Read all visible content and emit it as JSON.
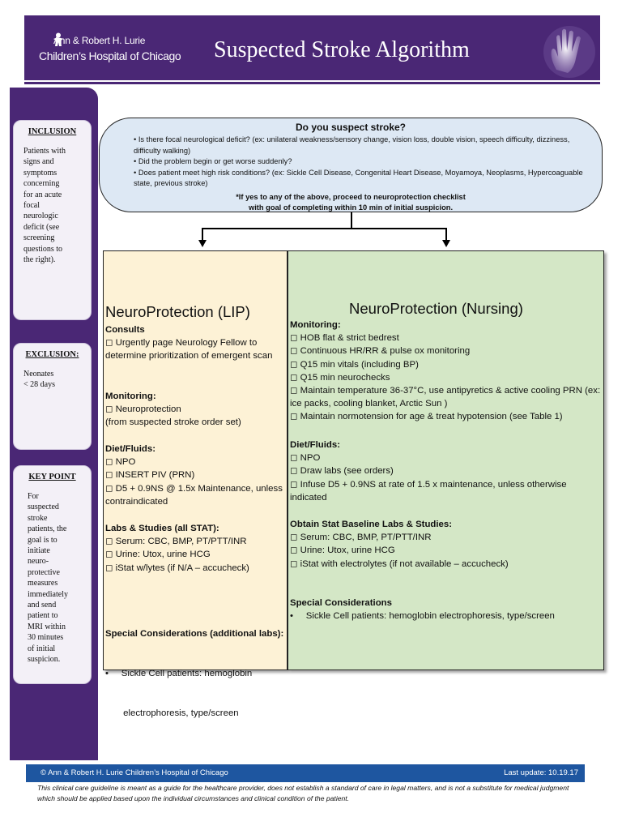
{
  "header": {
    "org_line1": "Ann & Robert H. Lurie",
    "org_line2": "Children’s Hospital of Chicago",
    "title": "Suspected Stroke Algorithm",
    "colors": {
      "brand_purple": "#4a2775",
      "footer_blue": "#1e56a0"
    }
  },
  "sidebar": {
    "inclusion": {
      "heading": "INCLUSION",
      "body": "Patients with\nsigns and\nsymptoms\nconcerning\nfor an acute\nfocal\nneurologic\ndeficit (see\nscreening\nquestions to\nthe right)."
    },
    "exclusion": {
      "heading": "EXCLUSION:",
      "body": "Neonates\n< 28 days"
    },
    "key_point": {
      "heading": "KEY POINT",
      "body": "For\nsuspected\nstroke\npatients, the\ngoal is to\ninitiate\nneuro-\nprotective\nmeasures\nimmediately\nand send\npatient to\nMRI within\n30 minutes\nof initial\nsuspicion."
    }
  },
  "question": {
    "title": "Do you suspect stroke?",
    "bullets": [
      "• Is there focal neurological deficit? (ex: unilateral weakness/sensory change, vision loss, double vision, speech difficulty, dizziness, difficulty walking)",
      "• Did the problem begin or get worse suddenly?",
      "• Does patient meet high risk conditions? (ex: Sickle Cell Disease, Congenital Heart Disease, Moyamoya, Neoplasms, Hypercoaguable state, previous stroke)"
    ],
    "note_line1": "*If yes to any of the above, proceed to neuroprotection checklist",
    "note_line2": "with goal of completing within 10 min of initial suspicion."
  },
  "lip": {
    "title": "NeuroProtection (LIP)",
    "consults": {
      "heading": "Consults",
      "items": [
        "◻ Urgently page Neurology Fellow to determine prioritization of emergent scan"
      ]
    },
    "monitoring": {
      "heading": "Monitoring:",
      "items": [
        "◻ Neuroprotection",
        "(from suspected stroke order set)"
      ]
    },
    "diet": {
      "heading": "Diet/Fluids:",
      "items": [
        "◻ NPO",
        "◻ INSERT PIV (PRN)",
        "◻ D5 + 0.9NS @ 1.5x Maintenance, unless contraindicated"
      ]
    },
    "labs": {
      "heading": "Labs & Studies (all STAT):",
      "items": [
        "◻ Serum: CBC, BMP, PT/PTT/INR",
        "◻ Urine: Utox, urine HCG",
        "◻ iStat w/lytes (if N/A – accucheck)"
      ]
    },
    "special": {
      "heading": "Special Considerations (additional labs):",
      "items": [
        "•     Sickle Cell patients: hemoglobin",
        "       electrophoresis, type/screen"
      ]
    }
  },
  "nursing": {
    "title": "NeuroProtection (Nursing)",
    "monitoring": {
      "heading": "Monitoring:",
      "items": [
        "◻  HOB flat & strict bedrest",
        "◻  Continuous HR/RR & pulse ox monitoring",
        "◻ Q15 min vitals (including BP)",
        "◻ Q15 min neurochecks",
        "◻ Maintain temperature 36-37°C, use antipyretics & active cooling PRN (ex: ice packs, cooling blanket, Arctic Sun )",
        "◻ Maintain normotension for age & treat hypotension (see Table 1)"
      ]
    },
    "diet": {
      "heading": "Diet/Fluids:",
      "items": [
        "◻ NPO",
        "◻ Draw labs (see orders)",
        "◻ Infuse D5 + 0.9NS at rate of 1.5 x maintenance, unless otherwise indicated"
      ]
    },
    "labs": {
      "heading": "Obtain Stat Baseline Labs & Studies:",
      "items": [
        "◻ Serum: CBC, BMP, PT/PTT/INR",
        "◻ Urine: Utox, urine HCG",
        "◻ iStat with electrolytes (if not available – accucheck)"
      ]
    },
    "special": {
      "heading": "Special Considerations",
      "items": [
        "•     Sickle Cell patients: hemoglobin electrophoresis, type/screen"
      ]
    }
  },
  "footer": {
    "copyright": "©   Ann & Robert H. Lurie Children’s Hospital of Chicago",
    "last_update": "Last update: 10.19.17",
    "disclaimer": "This clinical care guideline is meant as a guide for the healthcare provider, does not establish a standard of care in legal matters, and is not a substitute for medical judgment which should be applied based upon the individual circumstances and clinical condition of the patient."
  }
}
